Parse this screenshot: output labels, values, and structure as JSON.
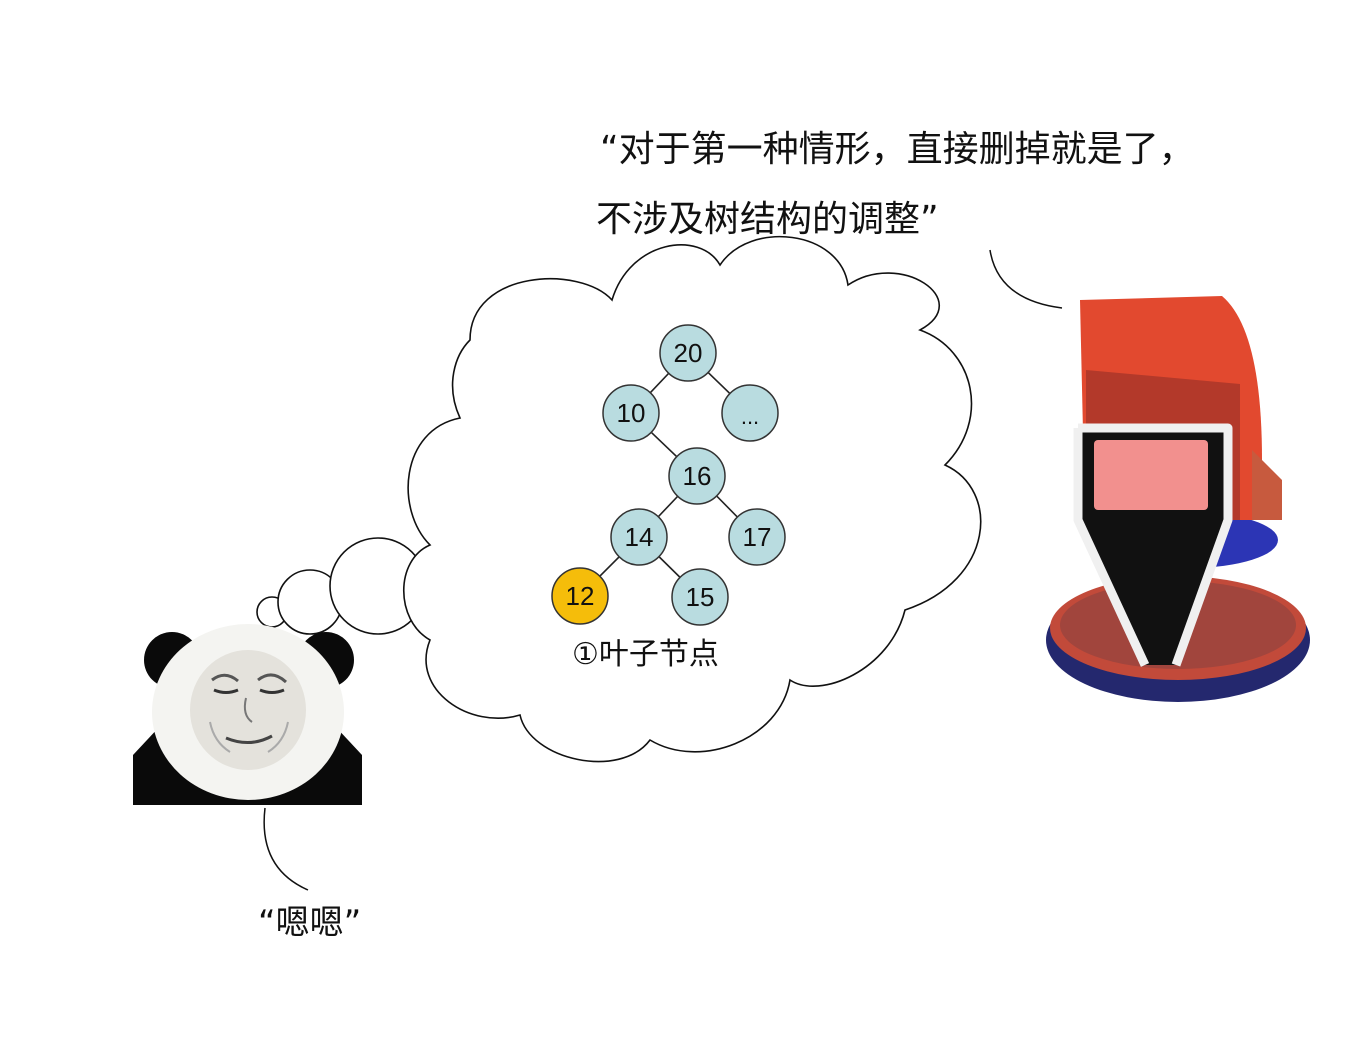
{
  "speech": {
    "line1": "“对于第一种情形，直接删掉就是了，",
    "line2": "不涉及树结构的调整”",
    "reply": "“嗯嗯”"
  },
  "tree": {
    "caption": "①叶子节点",
    "nodes": [
      {
        "id": "n20",
        "label": "20",
        "highlight": false
      },
      {
        "id": "n10",
        "label": "10",
        "highlight": false
      },
      {
        "id": "ndots",
        "label": "...",
        "highlight": false
      },
      {
        "id": "n16",
        "label": "16",
        "highlight": false
      },
      {
        "id": "n14",
        "label": "14",
        "highlight": false
      },
      {
        "id": "n17",
        "label": "17",
        "highlight": false
      },
      {
        "id": "n12",
        "label": "12",
        "highlight": true
      },
      {
        "id": "n15",
        "label": "15",
        "highlight": false
      }
    ]
  },
  "colors": {
    "node_fill": "#b9dce0",
    "highlight_fill": "#f5bd0a",
    "stroke": "#333333",
    "chair_red": "#e2492f",
    "chair_base": "#24286e"
  },
  "icons": [
    "panda-meme-face-icon",
    "red-chair-icon",
    "thought-cloud-icon"
  ]
}
